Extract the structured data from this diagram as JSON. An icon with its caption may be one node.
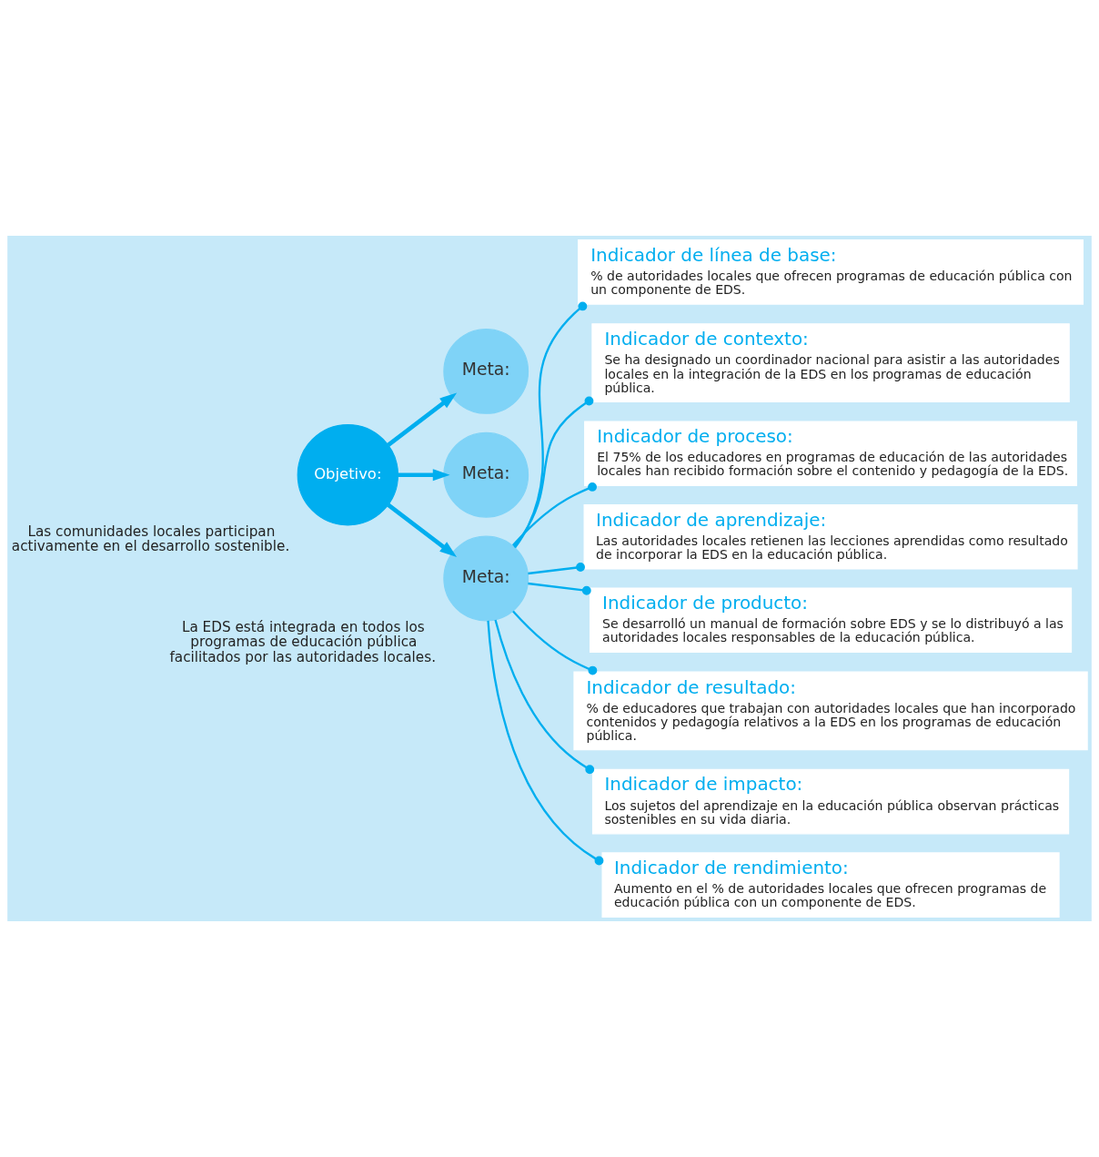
{
  "diagram": {
    "nodes": [
      {
        "text": [
          "Objetivo:"
        ],
        "beside": [
          "Las comunidades locales participan activamente en el desarrollo sostenible."
        ]
      },
      {
        "text": [
          "Meta:"
        ]
      },
      {
        "text": [
          "Meta:"
        ]
      },
      {
        "text": [
          "Meta:"
        ],
        "beside": [
          "La EDS está integrada en todos los programas de educación pública facilitados por las autoridades locales."
        ]
      },
      {
        "text": [
          "Indicador de línea de base:",
          "% de autoridades locales que ofrecen programas de educación pública con un componente de EDS."
        ]
      },
      {
        "text": [
          "Indicador de contexto:",
          "Se ha designado un coordinador nacional para asistir a las autoridades locales en la integración de la EDS en los programas de educación pública."
        ]
      },
      {
        "text": [
          "Indicador de proceso:",
          "El 75% de los educadores en programas de educación de las autoridades locales han recibido formación sobre el contenido y pedagogía de la EDS."
        ]
      },
      {
        "text": [
          "Indicador de aprendizaje:",
          "Las autoridades locales retienen las lecciones aprendidas como resultado de incorporar la EDS en la educación pública."
        ]
      },
      {
        "text": [
          "Indicador de producto:",
          "Se desarrolló un manual de formación sobre EDS y se lo distribuyó a las autoridades locales responsables de la educación pública."
        ]
      },
      {
        "text": [
          "Indicador de resultado:",
          "% de educadores que trabajan con autoridades locales que han incorporado contenidos y pedagogía relativos a la EDS en los programas de educación pública."
        ]
      },
      {
        "text": [
          "Indicador de impacto:",
          "Los sujetos del aprendizaje en la educación pública observan prácticas sostenibles en su vida diaria."
        ]
      },
      {
        "text": [
          "Indicador de rendimiento:",
          "Aumento en el % de autoridades locales que ofrecen programas de educación pública con un componente de EDS."
        ]
      }
    ],
    "edges": [
      {
        "from": 0,
        "to": 1,
        "arrow": "to",
        "style": "thick"
      },
      {
        "from": 0,
        "to": 2,
        "arrow": "to",
        "style": "thick"
      },
      {
        "from": 0,
        "to": 3,
        "arrow": "to",
        "style": "thick"
      },
      {
        "from": 3,
        "to": 4,
        "arrow": "other"
      },
      {
        "from": 3,
        "to": 5,
        "arrow": "other"
      },
      {
        "from": 3,
        "to": 6,
        "arrow": "other"
      },
      {
        "from": 3,
        "to": 7,
        "arrow": "other"
      },
      {
        "from": 3,
        "to": 8,
        "arrow": "other"
      },
      {
        "from": 3,
        "to": 9,
        "arrow": "other"
      },
      {
        "from": 3,
        "to": 10,
        "arrow": "other"
      },
      {
        "from": 3,
        "to": 11,
        "arrow": "other"
      }
    ]
  }
}
